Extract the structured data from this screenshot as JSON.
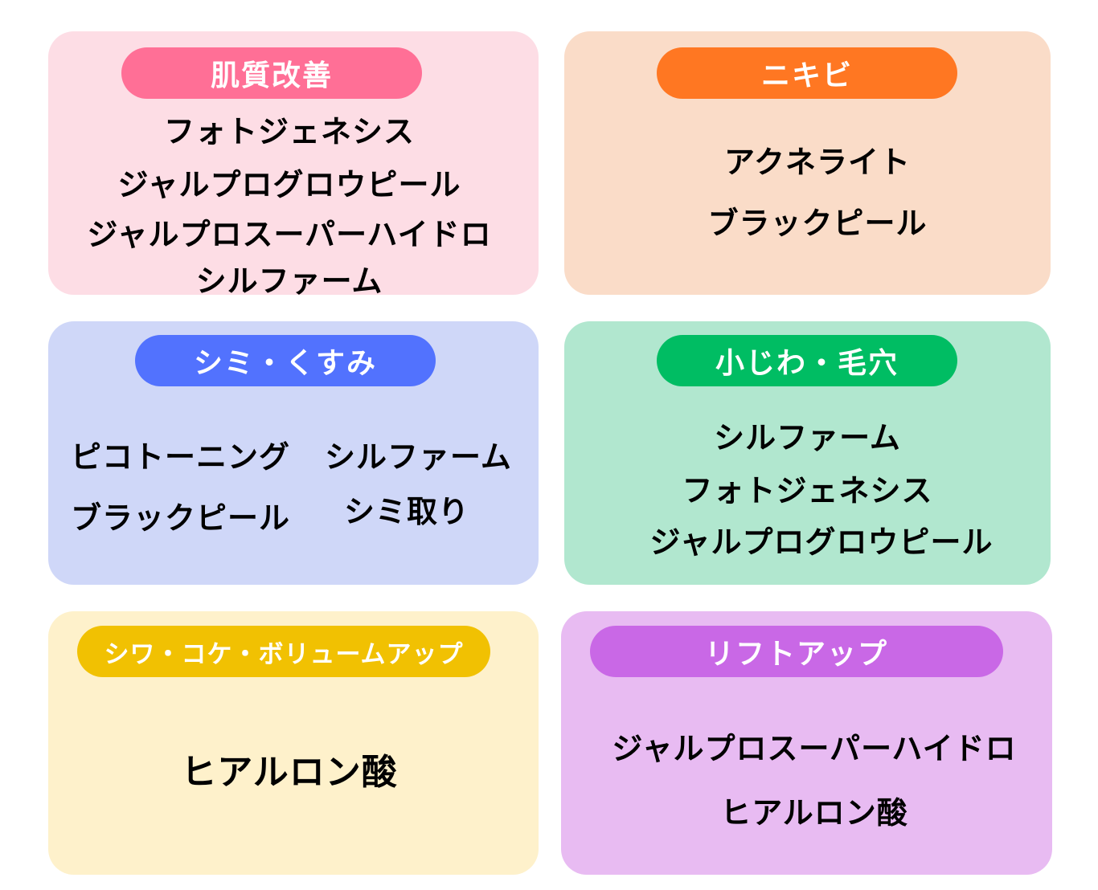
{
  "cards": [
    {
      "title": "肌質改善",
      "bg": "#fddde5",
      "accent": "#ff6f96",
      "items": [
        "フォトジェネシス",
        "ジャルプログロウピール",
        "ジャルプロスーパーハイドロ",
        "シルファーム"
      ]
    },
    {
      "title": "ニキビ",
      "bg": "#fadcc8",
      "accent": "#ff7722",
      "items": [
        "アクネライト",
        "ブラックピール"
      ]
    },
    {
      "title": "シミ・くすみ",
      "bg": "#cfd7f8",
      "accent": "#5272fe",
      "items": [
        "ピコトーニング",
        "シルファーム",
        "ブラックピール",
        "シミ取り"
      ]
    },
    {
      "title": "小じわ・毛穴",
      "bg": "#b1e7cf",
      "accent": "#00bd63",
      "items": [
        "シルファーム",
        "フォトジェネシス",
        "ジャルプログロウピール"
      ]
    },
    {
      "title": "シワ・コケ・ボリュームアップ",
      "bg": "#fef1cb",
      "accent": "#f1c102",
      "items": [
        "ヒアルロン酸"
      ]
    },
    {
      "title": "リフトアップ",
      "bg": "#e8bbf2",
      "accent": "#c968e6",
      "items": [
        "ジャルプロスーパーハイドロ",
        "ヒアルロン酸"
      ]
    }
  ]
}
